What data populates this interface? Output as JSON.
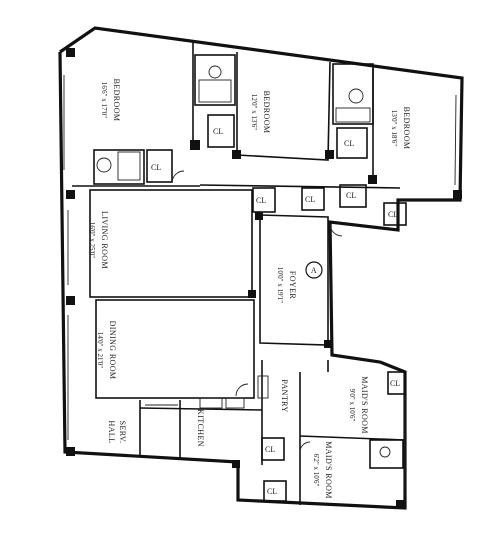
{
  "rooms": {
    "bedroom1": {
      "name": "BEDROOM",
      "dims": "16'6\" x 17'0\""
    },
    "bedroom2": {
      "name": "BEDROOM",
      "dims": "12'0\" x 13'6\""
    },
    "bedroom3": {
      "name": "BEDROOM",
      "dims": "13'0\" x 18'6\""
    },
    "living": {
      "name": "LIVING ROOM",
      "dims": "16'0\" x 25'0\""
    },
    "dining": {
      "name": "DINING ROOM",
      "dims": "14'0\" x 21'0\""
    },
    "foyer": {
      "name": "FOYER",
      "dims": "10'0\" x 19'1\""
    },
    "maids1": {
      "name": "MAID'S ROOM",
      "dims": "9'0\" x 10'6\""
    },
    "maids2": {
      "name": "MAID'S ROOM",
      "dims": "6'2\" x 10'6\""
    },
    "serv": {
      "name": "SERV.",
      "sub": "HALL"
    },
    "kitchen": {
      "name": "KITCHEN"
    },
    "pantry": {
      "name": "PANTRY"
    }
  },
  "closet_label": "CL",
  "marker": "A"
}
